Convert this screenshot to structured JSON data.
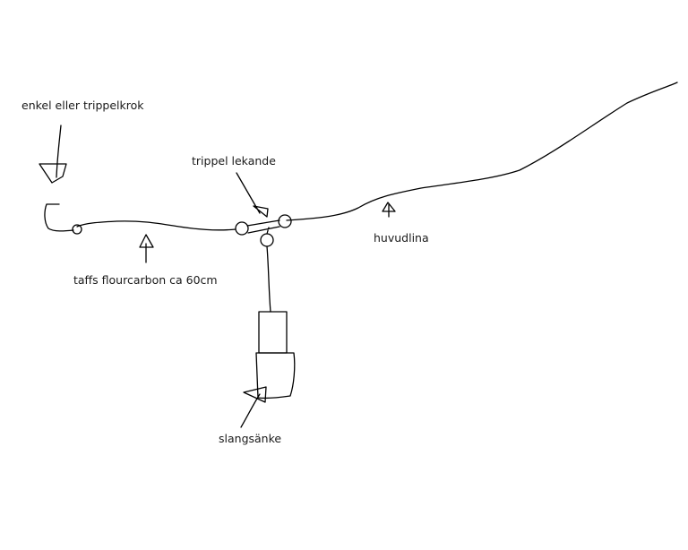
{
  "labels": {
    "hook": "enkel eller trippelkrok",
    "swivel": "trippel lekande",
    "mainline": "huvudlina",
    "leader": "taffs flourcarbon ca 60cm",
    "sinker": "slangsänke"
  },
  "colors": {
    "background": "#ffffff",
    "ink": "#000000"
  }
}
